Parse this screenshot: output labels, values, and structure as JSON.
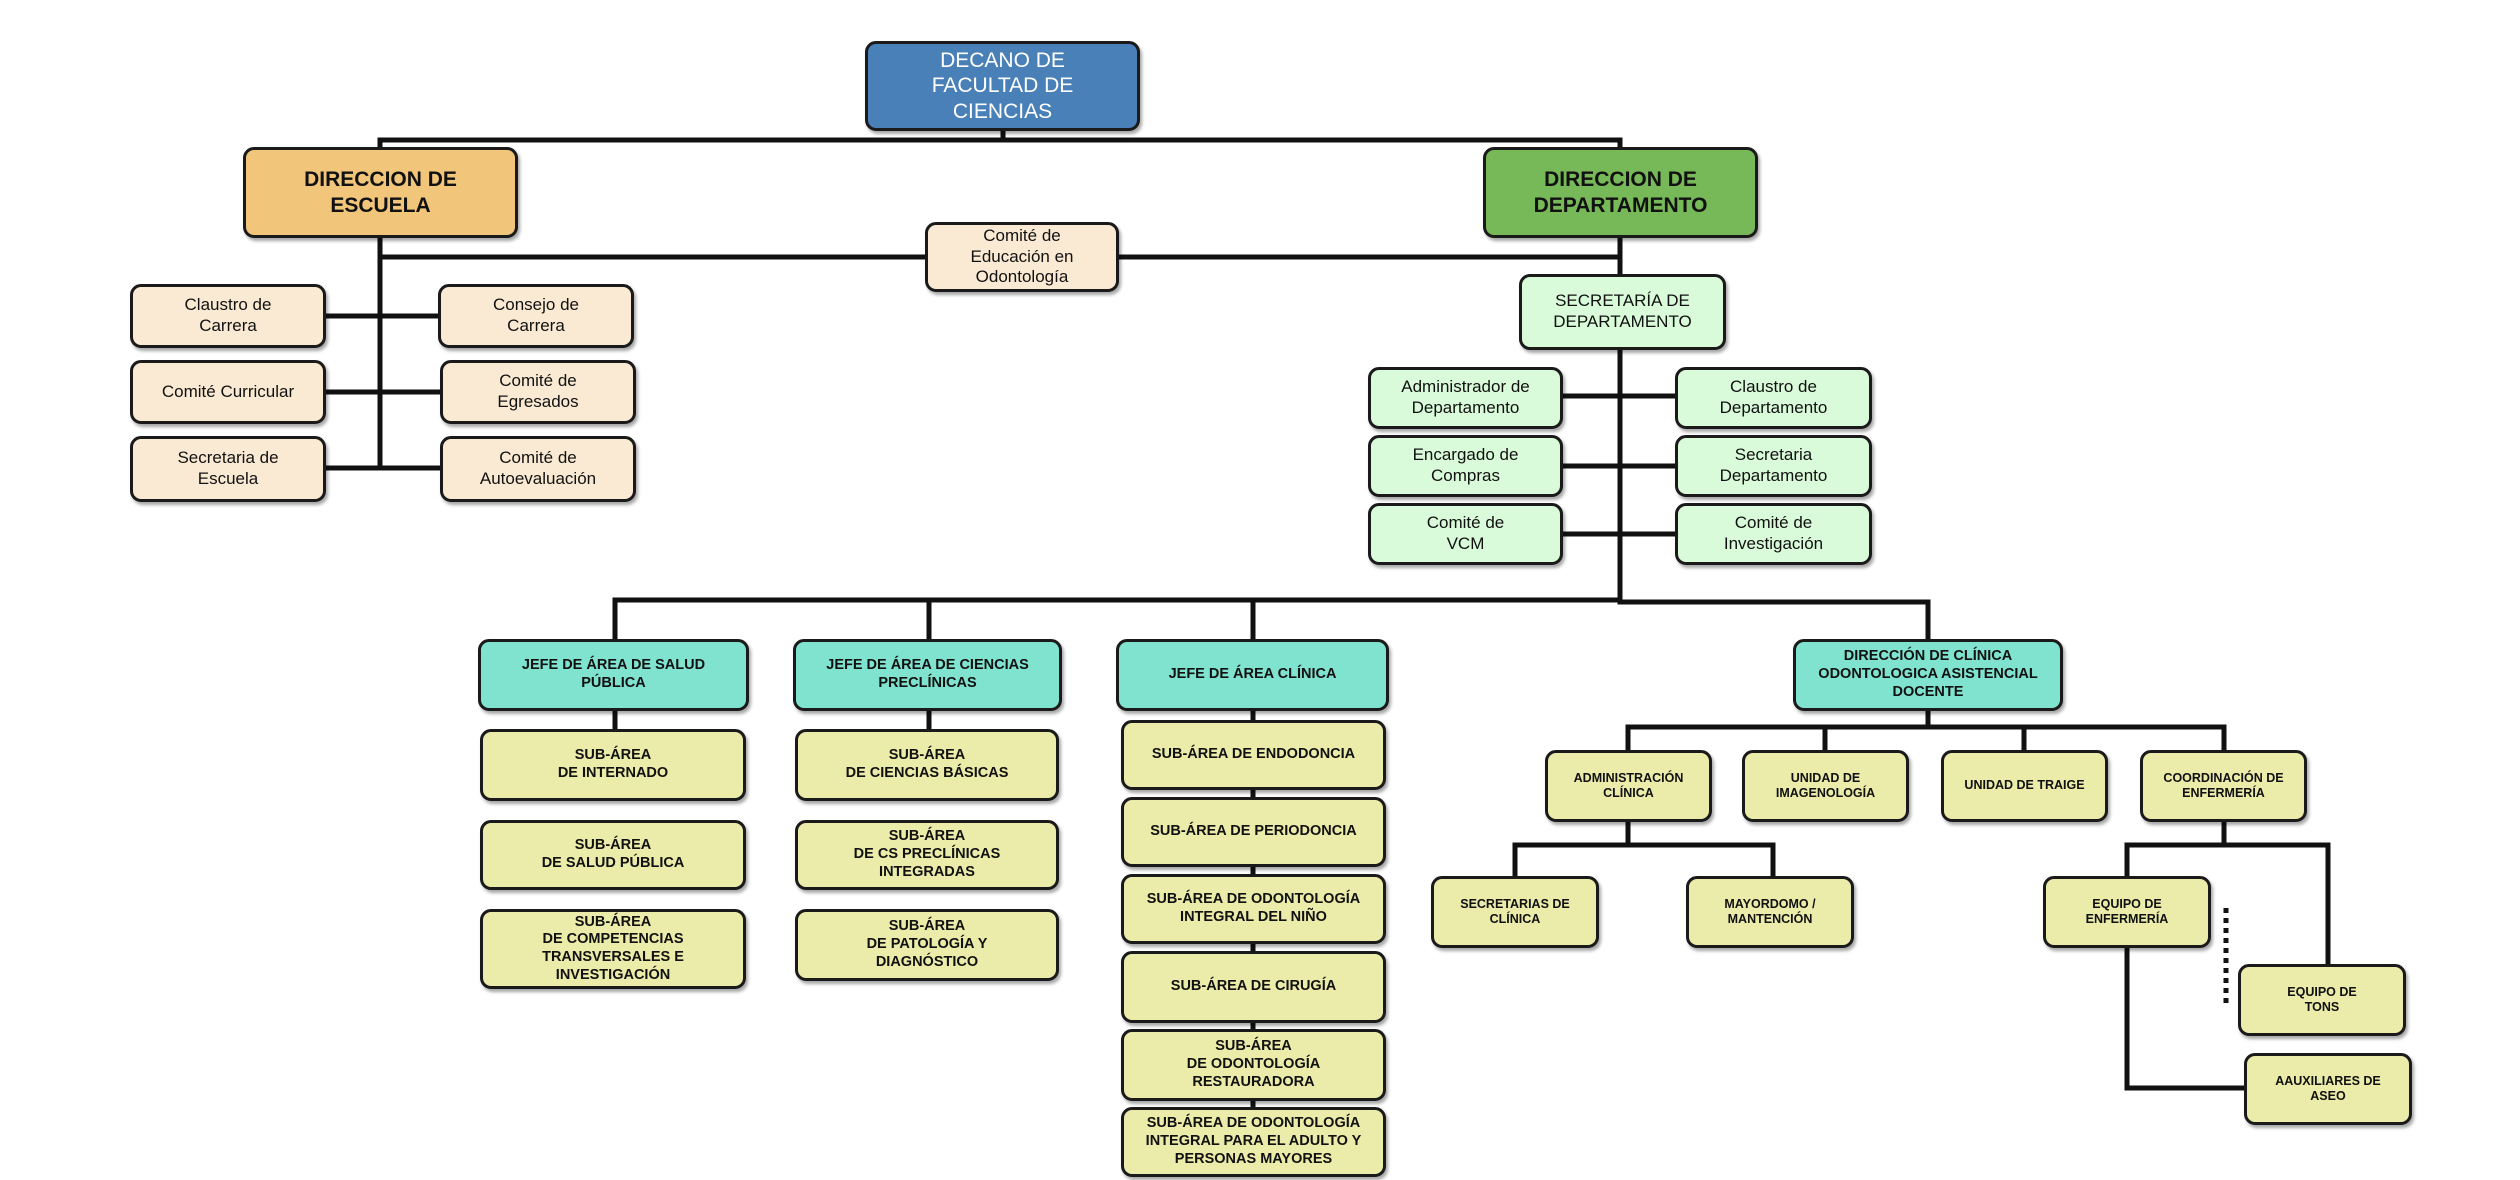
{
  "colors": {
    "dean": "#4a80b8",
    "escuela": "#f1c57a",
    "departamento": "#77b858",
    "cream": "#fbead3",
    "mint": "#d9fbd9",
    "area": "#7fe3cf",
    "sub": "#ebebaa",
    "line": "#111111"
  },
  "dean": {
    "label": "DECANO DE\nFACULTAD DE\nCIENCIAS"
  },
  "direccion_escuela": {
    "label": "DIRECCION DE\nESCUELA"
  },
  "direccion_departamento": {
    "label": "DIRECCION DE\nDEPARTAMENTO"
  },
  "comite_educacion": {
    "label": "Comité de\nEducación en\nOdontología"
  },
  "escuela_units": [
    {
      "label": "Claustro de\nCarrera"
    },
    {
      "label": "Consejo de\nCarrera"
    },
    {
      "label": "Comité Curricular"
    },
    {
      "label": "Comité de\nEgresados"
    },
    {
      "label": "Secretaria de\nEscuela"
    },
    {
      "label": "Comité de\nAutoevaluación"
    }
  ],
  "secretaria_departamento": {
    "label": "SECRETARÍA DE\nDEPARTAMENTO"
  },
  "departamento_units": [
    {
      "label": "Administrador de\nDepartamento"
    },
    {
      "label": "Claustro de\nDepartamento"
    },
    {
      "label": "Encargado de\nCompras"
    },
    {
      "label": "Secretaria\nDepartamento"
    },
    {
      "label": "Comité de\nVCM"
    },
    {
      "label": "Comité de\nInvestigación"
    }
  ],
  "areas": [
    {
      "label": "JEFE DE ÁREA DE SALUD\nPÚBLICA",
      "subareas": [
        {
          "label": "SUB-ÁREA\nDE INTERNADO"
        },
        {
          "label": "SUB-ÁREA\nDE SALUD PÚBLICA"
        },
        {
          "label": "SUB-ÁREA\nDE COMPETENCIAS\nTRANSVERSALES E\nINVESTIGACIÓN"
        }
      ]
    },
    {
      "label": "JEFE DE ÁREA DE CIENCIAS\nPRECLÍNICAS",
      "subareas": [
        {
          "label": "SUB-ÁREA\nDE CIENCIAS BÁSICAS"
        },
        {
          "label": "SUB-ÁREA\nDE  CS PRECLÍNICAS\nINTEGRADAS"
        },
        {
          "label": "SUB-ÁREA\nDE  PATOLOGÍA Y\nDIAGNÓSTICO"
        }
      ]
    },
    {
      "label": "JEFE DE ÁREA CLÍNICA",
      "subareas": [
        {
          "label": "SUB-ÁREA DE ENDODONCIA"
        },
        {
          "label": "SUB-ÁREA DE PERIODONCIA"
        },
        {
          "label": "SUB-ÁREA DE ODONTOLOGÍA\nINTEGRAL DEL NIÑO"
        },
        {
          "label": "SUB-ÁREA DE CIRUGÍA"
        },
        {
          "label": "SUB-ÁREA\nDE  ODONTOLOGÍA\nRESTAURADORA"
        },
        {
          "label": "SUB-ÁREA DE ODONTOLOGÍA\nINTEGRAL PARA EL ADULTO Y\nPERSONAS MAYORES"
        }
      ]
    }
  ],
  "direccion_clinica": {
    "label": "DIRECCIÓN DE CLÍNICA\nODONTOLOGICA ASISTENCIAL\nDOCENTE"
  },
  "clinica_units": [
    {
      "label": "ADMINISTRACIÓN\nCLÍNICA"
    },
    {
      "label": "UNIDAD DE\nIMAGENOLOGÍA"
    },
    {
      "label": "UNIDAD DE TRAIGE"
    },
    {
      "label": "COORDINACIÓN DE\nENFERMERÍA"
    }
  ],
  "admin_units": [
    {
      "label": "SECRETARIAS DE\nCLÍNICA"
    },
    {
      "label": "MAYORDOMO /\nMANTENCIÓN"
    }
  ],
  "enfermeria_units": [
    {
      "label": "EQUIPO DE\nENFERMERÍA"
    },
    {
      "label": "EQUIPO DE\nTONS"
    },
    {
      "label": "AAUXILIARES DE\nASEO"
    }
  ]
}
